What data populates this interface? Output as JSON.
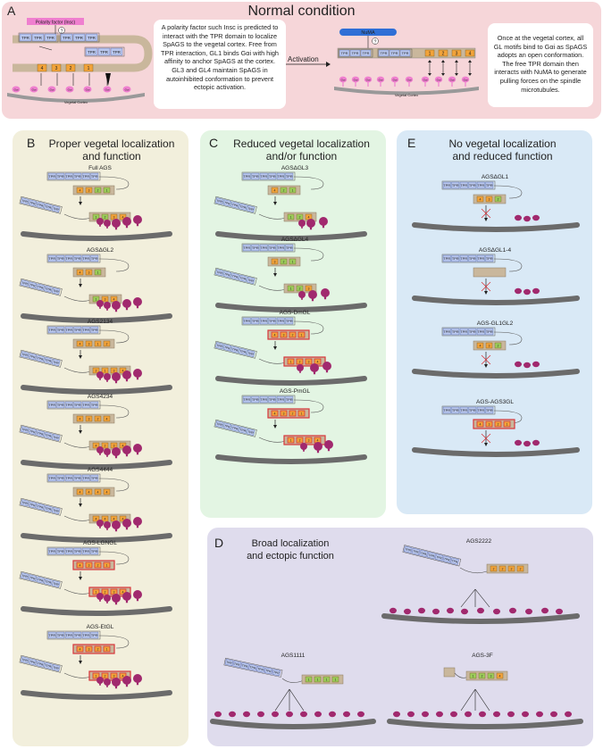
{
  "panelA": {
    "letter": "A",
    "title": "Normal condition",
    "polarity_label": "Polarity factor (Insc)",
    "question": "?",
    "cortex_label": "Vegetal Cortex",
    "gai_label": "Gαi",
    "description": "A polarity factor such Insc is predicted to interact with the TPR domain to localize SpAGS to the vegetal cortex. Free from TPR interaction, GL1 binds Gαi with high affinity to anchor SpAGS at the cortex. GL3 and GL4 maintain SpAGS in autoinhibited conformation to prevent ectopic activation.",
    "activation_label": "Activation",
    "numa_label": "NuMA",
    "cortex_label2": "Vegetal Cortex",
    "description2": "Once at the vegetal cortex, all GL motifs bind to Gαi as SpAGS adopts an open conformation. The free TPR domain then interacts with NuMA to generate pulling forces on the spindle microtubules."
  },
  "tpr": "TPR",
  "gl_numbers": [
    "1",
    "2",
    "3",
    "4"
  ],
  "panelB": {
    "letter": "B",
    "title_line1": "Proper vegetal localization",
    "title_line2": "and function",
    "constructs": [
      "Full AGS",
      "AGSΔGL2",
      "AGS2134",
      "AGS4234",
      "AGS4444",
      "AGS-LGNGL",
      "AGS-EtGL"
    ]
  },
  "panelC": {
    "letter": "C",
    "title_line1": "Reduced vegetal localization",
    "title_line2": "and/or function",
    "constructs": [
      "AGSΔGL3",
      "AGSΔGL4",
      "AGS-DmGL",
      "AGS-PmGL"
    ]
  },
  "panelE": {
    "letter": "E",
    "title_line1": "No vegetal localization",
    "title_line2": "and reduced function",
    "constructs": [
      "AGSΔGL1",
      "AGSΔGL1-4",
      "AGS-GL1GL2",
      "AGS-AGS3GL"
    ]
  },
  "panelD": {
    "letter": "D",
    "title_line1": "Broad localization",
    "title_line2": "and ectopic function",
    "constructs": [
      "AGS2222",
      "AGS1111",
      "AGS-3F"
    ]
  },
  "colors": {
    "tpr_fill": "#b9c7ee",
    "linker": "#c9b79c",
    "gl_orange": "#f2a33a",
    "gl_green": "#9ccd5a",
    "gl_red_border": "#d8353a",
    "gai": "#a1296e",
    "cortex": "#6b6b6b",
    "numa": "#2f6fd6",
    "insc": "#ef7fcf"
  }
}
